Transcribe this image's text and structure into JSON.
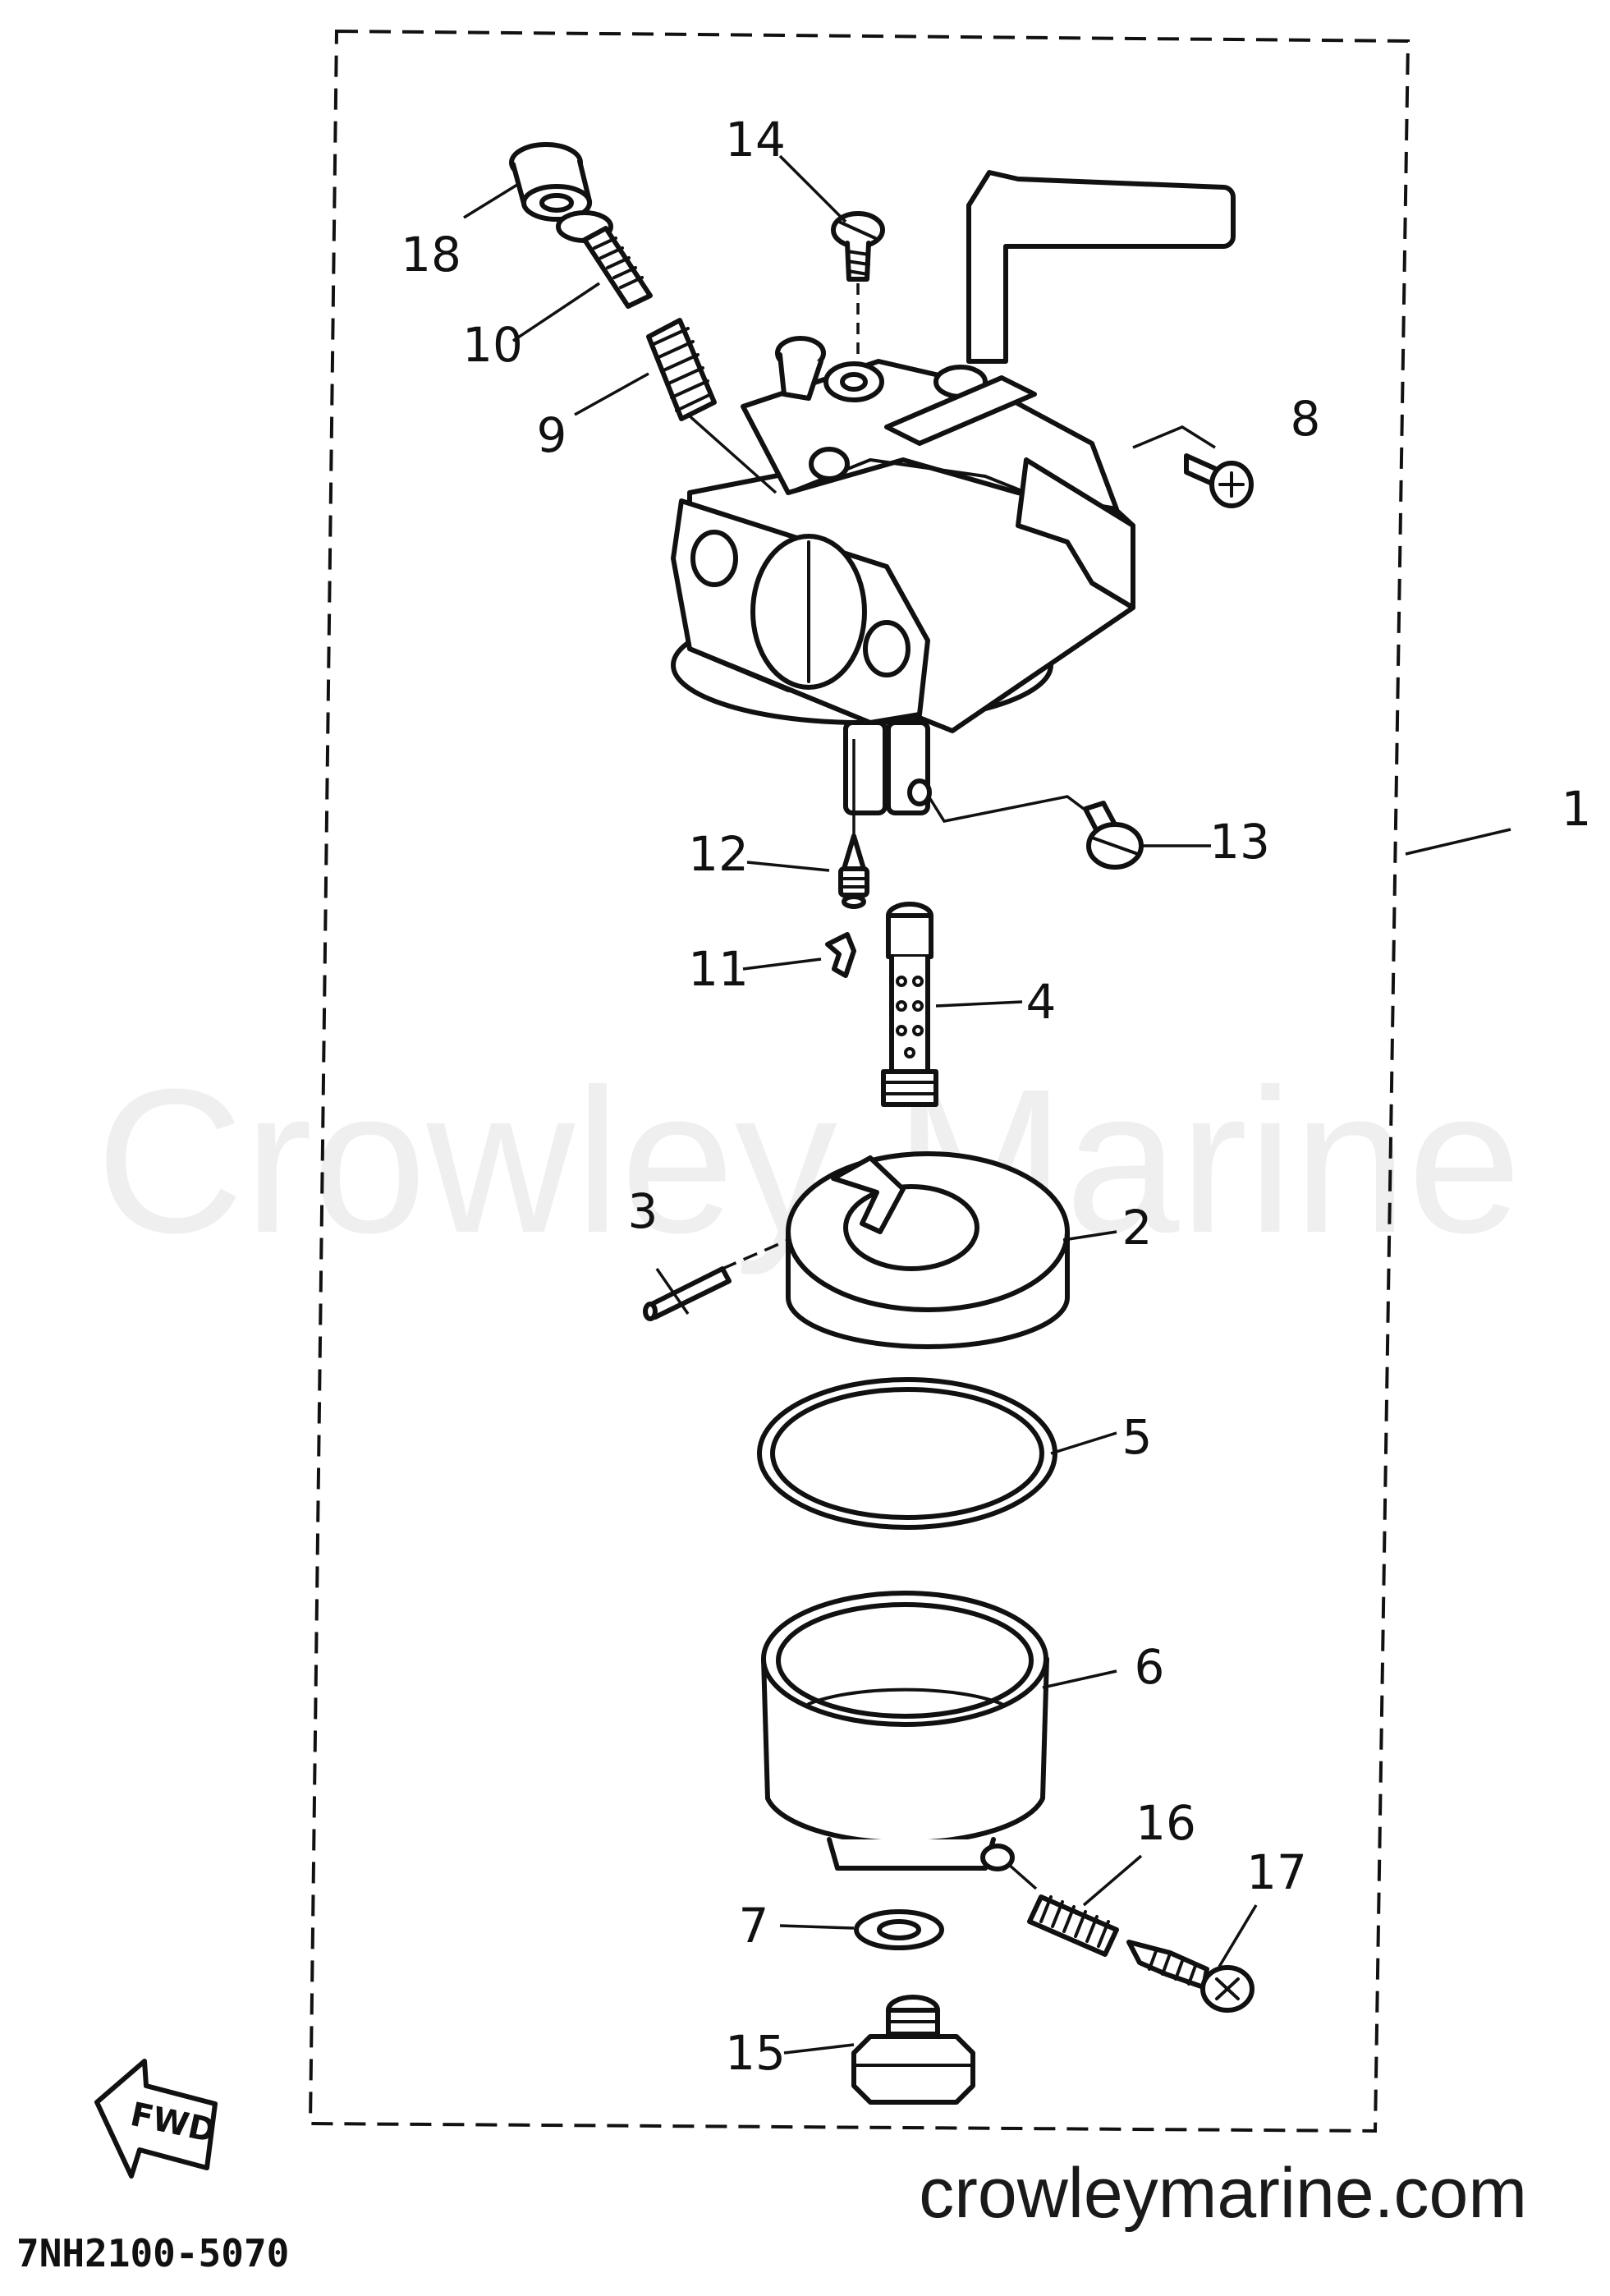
{
  "watermark": "Crowley Marine",
  "website": "crowleymarine.com",
  "diagram_code": "7NH2100-5070",
  "direction_label": "FWD",
  "callouts": [
    {
      "id": "c1",
      "label": "1"
    },
    {
      "id": "c2",
      "label": "2"
    },
    {
      "id": "c3",
      "label": "3"
    },
    {
      "id": "c4",
      "label": "4"
    },
    {
      "id": "c5",
      "label": "5"
    },
    {
      "id": "c6",
      "label": "6"
    },
    {
      "id": "c7",
      "label": "7"
    },
    {
      "id": "c8",
      "label": "8"
    },
    {
      "id": "c9",
      "label": "9"
    },
    {
      "id": "c10",
      "label": "10"
    },
    {
      "id": "c11",
      "label": "11"
    },
    {
      "id": "c12",
      "label": "12"
    },
    {
      "id": "c13",
      "label": "13"
    },
    {
      "id": "c14",
      "label": "14"
    },
    {
      "id": "c15",
      "label": "15"
    },
    {
      "id": "c16",
      "label": "16"
    },
    {
      "id": "c17",
      "label": "17"
    },
    {
      "id": "c18",
      "label": "18"
    }
  ]
}
